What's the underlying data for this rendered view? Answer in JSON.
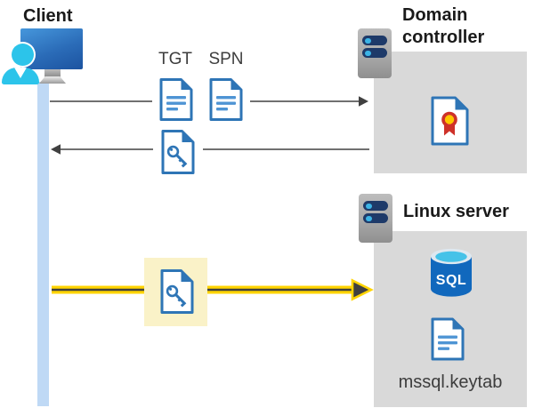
{
  "client": {
    "label": "Client"
  },
  "domain_controller": {
    "label": "Domain controller"
  },
  "linux_server": {
    "label": "Linux server",
    "sql_label": "SQL",
    "keytab_label": "mssql.keytab"
  },
  "tickets": {
    "tgt_label": "TGT",
    "spn_label": "SPN"
  },
  "colors": {
    "accent_blue": "#2E75B6",
    "doc_line_blue": "#4E94D4",
    "box_gray": "#D9D9D9",
    "timeline_blue": "#BFD9F5",
    "highlight_yellow": "#FAF2C8",
    "arrow_yellow": "#FFD400",
    "arrow_dark": "#404040",
    "server_navy": "#1E3A69",
    "server_dot_cyan": "#3CB4E6",
    "person_cyan": "#2CC4EA",
    "monitor_blue_top": "#4697DC",
    "monitor_blue_bottom": "#1C53A0",
    "sql_blue": "#1168BD",
    "sql_cyan": "#45C2E8",
    "cert_red": "#CE3129",
    "cert_yellow": "#FFC600",
    "text_dark": "#1A1A1A",
    "text_gray": "#3D3D3D"
  }
}
